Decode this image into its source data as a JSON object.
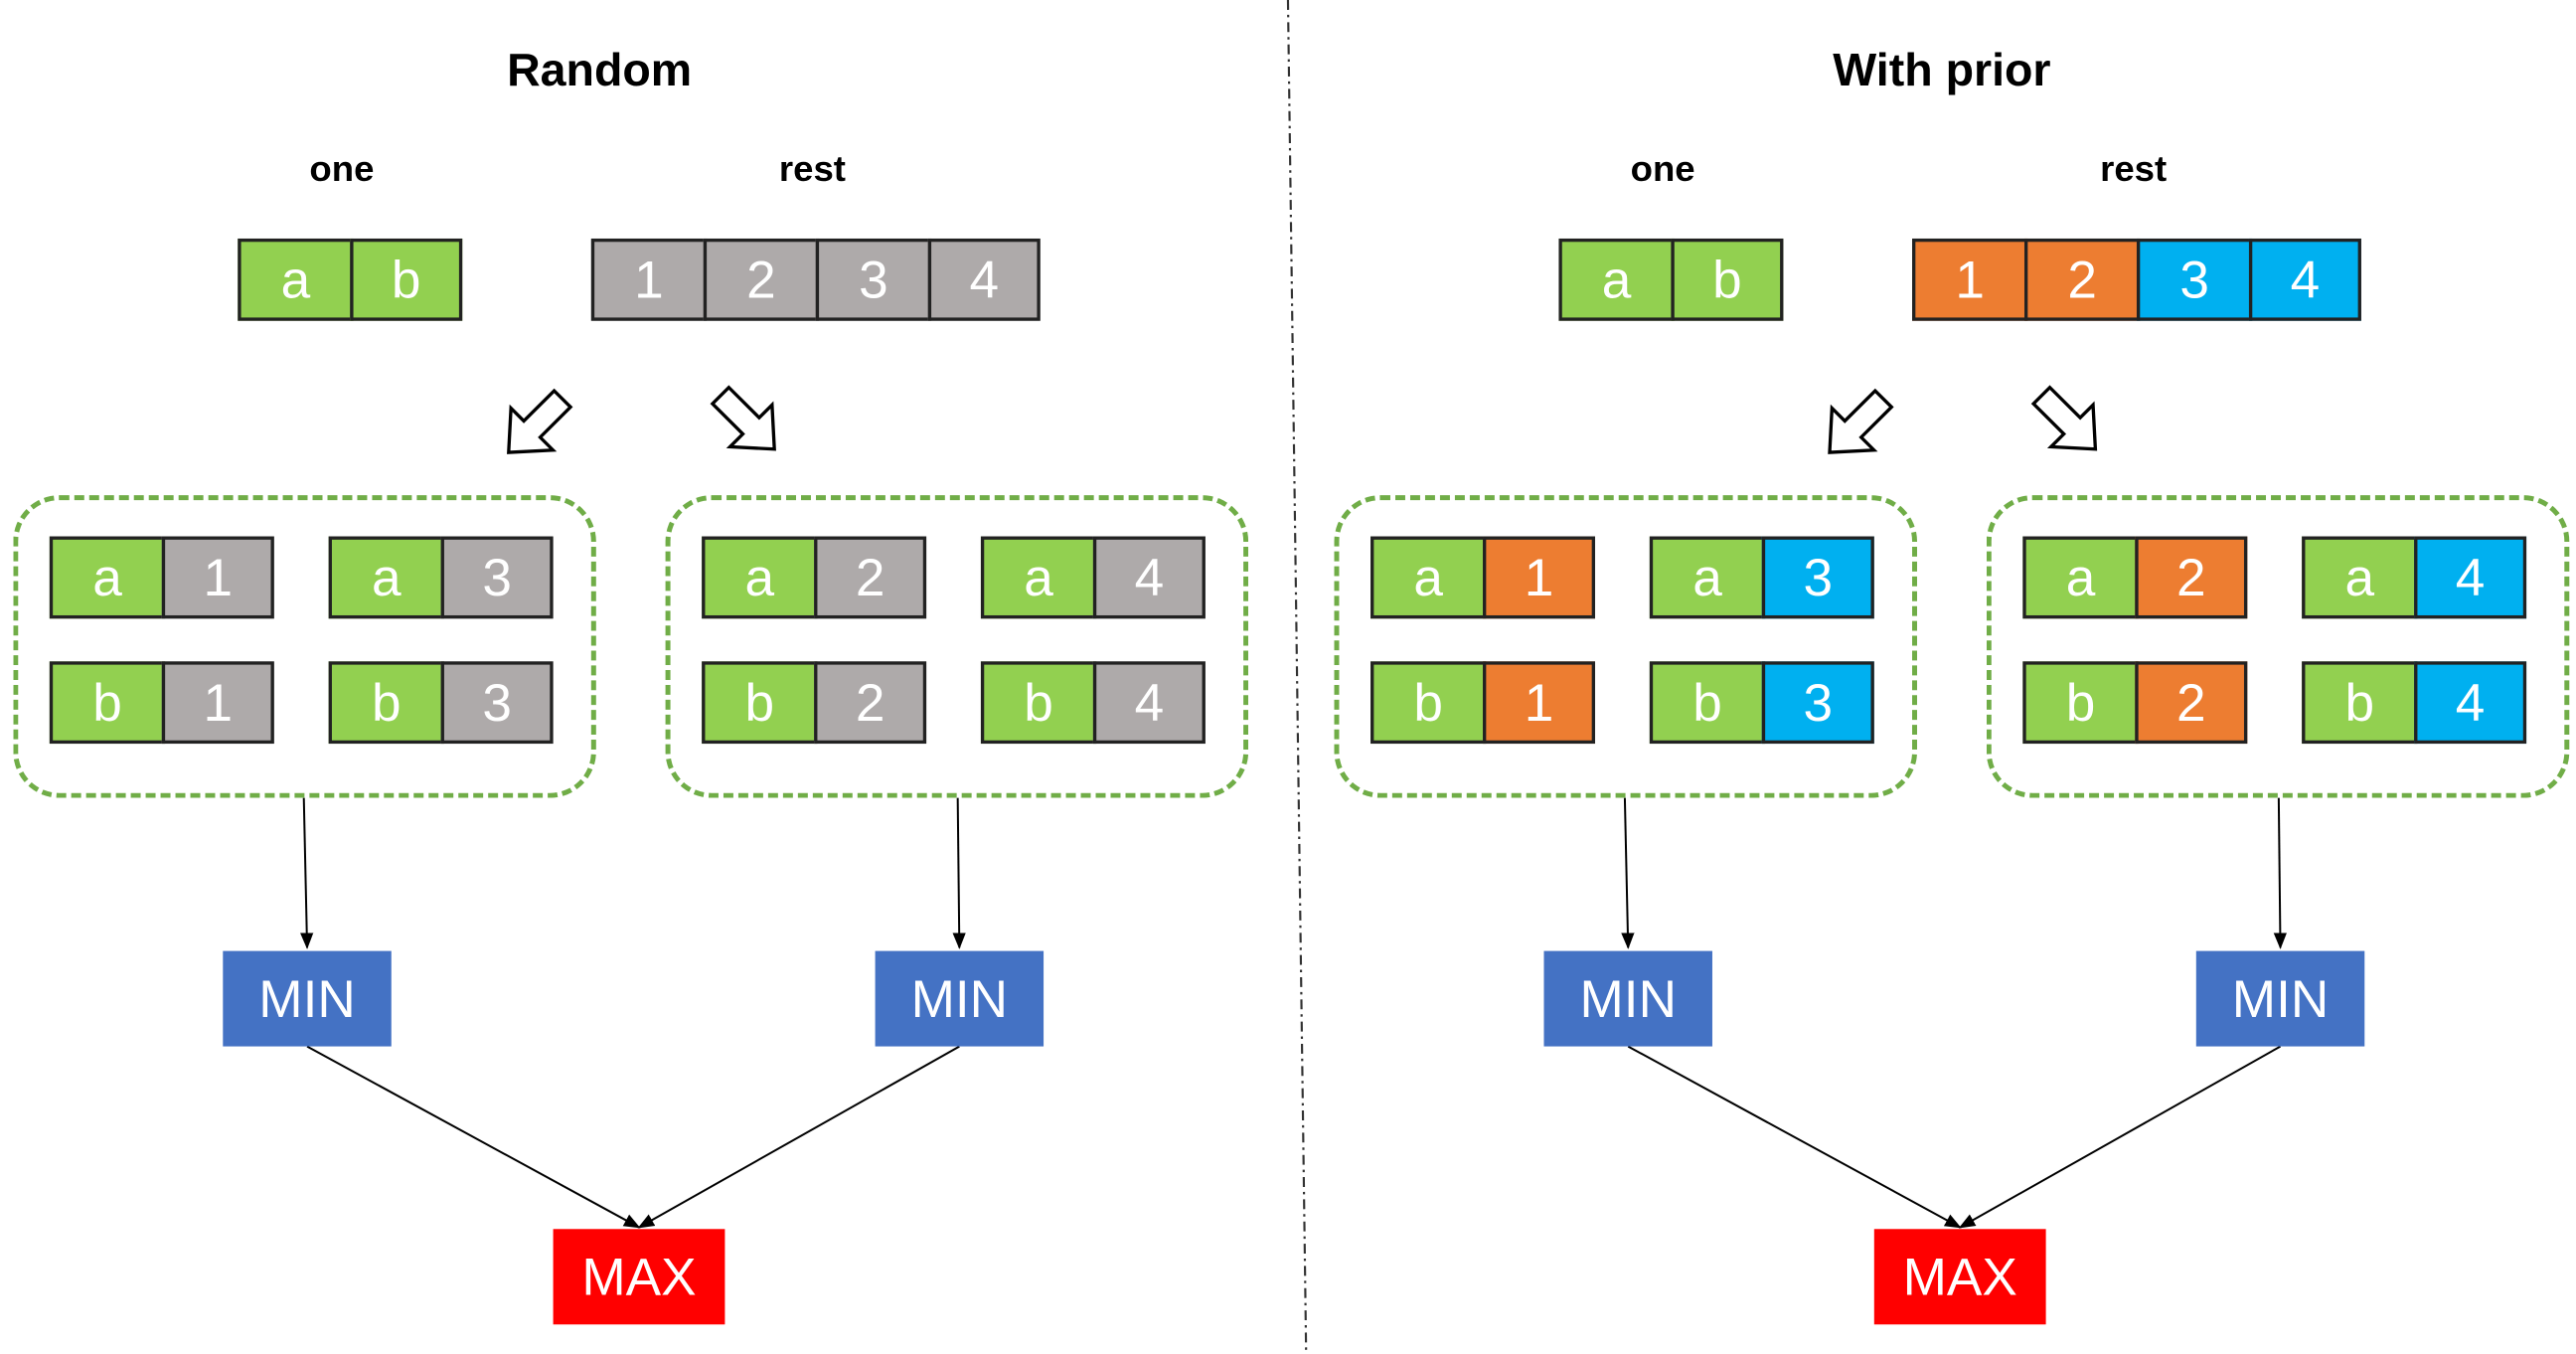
{
  "colors": {
    "green": "#92d050",
    "gray": "#aeaaaa",
    "orange": "#ed7d31",
    "blue": "#00b0f0",
    "min_box": "#4472c4",
    "max_box": "#ff0000",
    "group_border": "#70ad47"
  },
  "panels": [
    {
      "title": "Random",
      "one_label": "one",
      "rest_label": "rest",
      "one_cells": [
        {
          "t": "a",
          "c": "green"
        },
        {
          "t": "b",
          "c": "green"
        }
      ],
      "rest_cells": [
        {
          "t": "1",
          "c": "gray"
        },
        {
          "t": "2",
          "c": "gray"
        },
        {
          "t": "3",
          "c": "gray"
        },
        {
          "t": "4",
          "c": "gray"
        }
      ],
      "groups": [
        {
          "pairs": [
            [
              {
                "t": "a",
                "c": "green"
              },
              {
                "t": "1",
                "c": "gray"
              }
            ],
            [
              {
                "t": "a",
                "c": "green"
              },
              {
                "t": "3",
                "c": "gray"
              }
            ],
            [
              {
                "t": "b",
                "c": "green"
              },
              {
                "t": "1",
                "c": "gray"
              }
            ],
            [
              {
                "t": "b",
                "c": "green"
              },
              {
                "t": "3",
                "c": "gray"
              }
            ]
          ]
        },
        {
          "pairs": [
            [
              {
                "t": "a",
                "c": "green"
              },
              {
                "t": "2",
                "c": "gray"
              }
            ],
            [
              {
                "t": "a",
                "c": "green"
              },
              {
                "t": "4",
                "c": "gray"
              }
            ],
            [
              {
                "t": "b",
                "c": "green"
              },
              {
                "t": "2",
                "c": "gray"
              }
            ],
            [
              {
                "t": "b",
                "c": "green"
              },
              {
                "t": "4",
                "c": "gray"
              }
            ]
          ]
        }
      ],
      "min_label": "MIN",
      "max_label": "MAX"
    },
    {
      "title": "With prior",
      "one_label": "one",
      "rest_label": "rest",
      "one_cells": [
        {
          "t": "a",
          "c": "green"
        },
        {
          "t": "b",
          "c": "green"
        }
      ],
      "rest_cells": [
        {
          "t": "1",
          "c": "orange"
        },
        {
          "t": "2",
          "c": "orange"
        },
        {
          "t": "3",
          "c": "blue"
        },
        {
          "t": "4",
          "c": "blue"
        }
      ],
      "groups": [
        {
          "pairs": [
            [
              {
                "t": "a",
                "c": "green"
              },
              {
                "t": "1",
                "c": "orange"
              }
            ],
            [
              {
                "t": "a",
                "c": "green"
              },
              {
                "t": "3",
                "c": "blue"
              }
            ],
            [
              {
                "t": "b",
                "c": "green"
              },
              {
                "t": "1",
                "c": "orange"
              }
            ],
            [
              {
                "t": "b",
                "c": "green"
              },
              {
                "t": "3",
                "c": "blue"
              }
            ]
          ]
        },
        {
          "pairs": [
            [
              {
                "t": "a",
                "c": "green"
              },
              {
                "t": "2",
                "c": "orange"
              }
            ],
            [
              {
                "t": "a",
                "c": "green"
              },
              {
                "t": "4",
                "c": "blue"
              }
            ],
            [
              {
                "t": "b",
                "c": "green"
              },
              {
                "t": "2",
                "c": "orange"
              }
            ],
            [
              {
                "t": "b",
                "c": "green"
              },
              {
                "t": "4",
                "c": "blue"
              }
            ]
          ]
        }
      ],
      "min_label": "MIN",
      "max_label": "MAX"
    }
  ]
}
